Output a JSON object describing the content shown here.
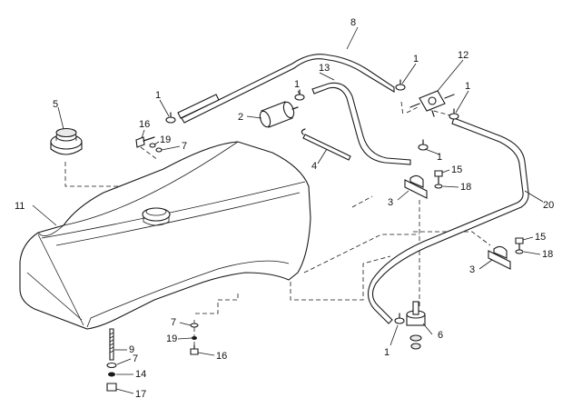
{
  "callouts": {
    "c1_top": "1",
    "c1_left": "1",
    "c1_mid": "1",
    "c1_right": "1",
    "c1_lower": "1",
    "c1_bottom": "1",
    "c2": "2",
    "c3_upper": "3",
    "c3_lower": "3",
    "c4": "4",
    "c5": "5",
    "c6": "6",
    "c7_upper": "7",
    "c7_mid": "7",
    "c7_lower": "7",
    "c8": "8",
    "c9": "9",
    "c11": "11",
    "c12": "12",
    "c13": "13",
    "c14": "14",
    "c15_upper": "15",
    "c15_lower": "15",
    "c16_upper": "16",
    "c16_lower": "16",
    "c17": "17",
    "c18_upper": "18",
    "c18_lower": "18",
    "c19_upper": "19",
    "c19_lower": "19",
    "c20": "20"
  }
}
